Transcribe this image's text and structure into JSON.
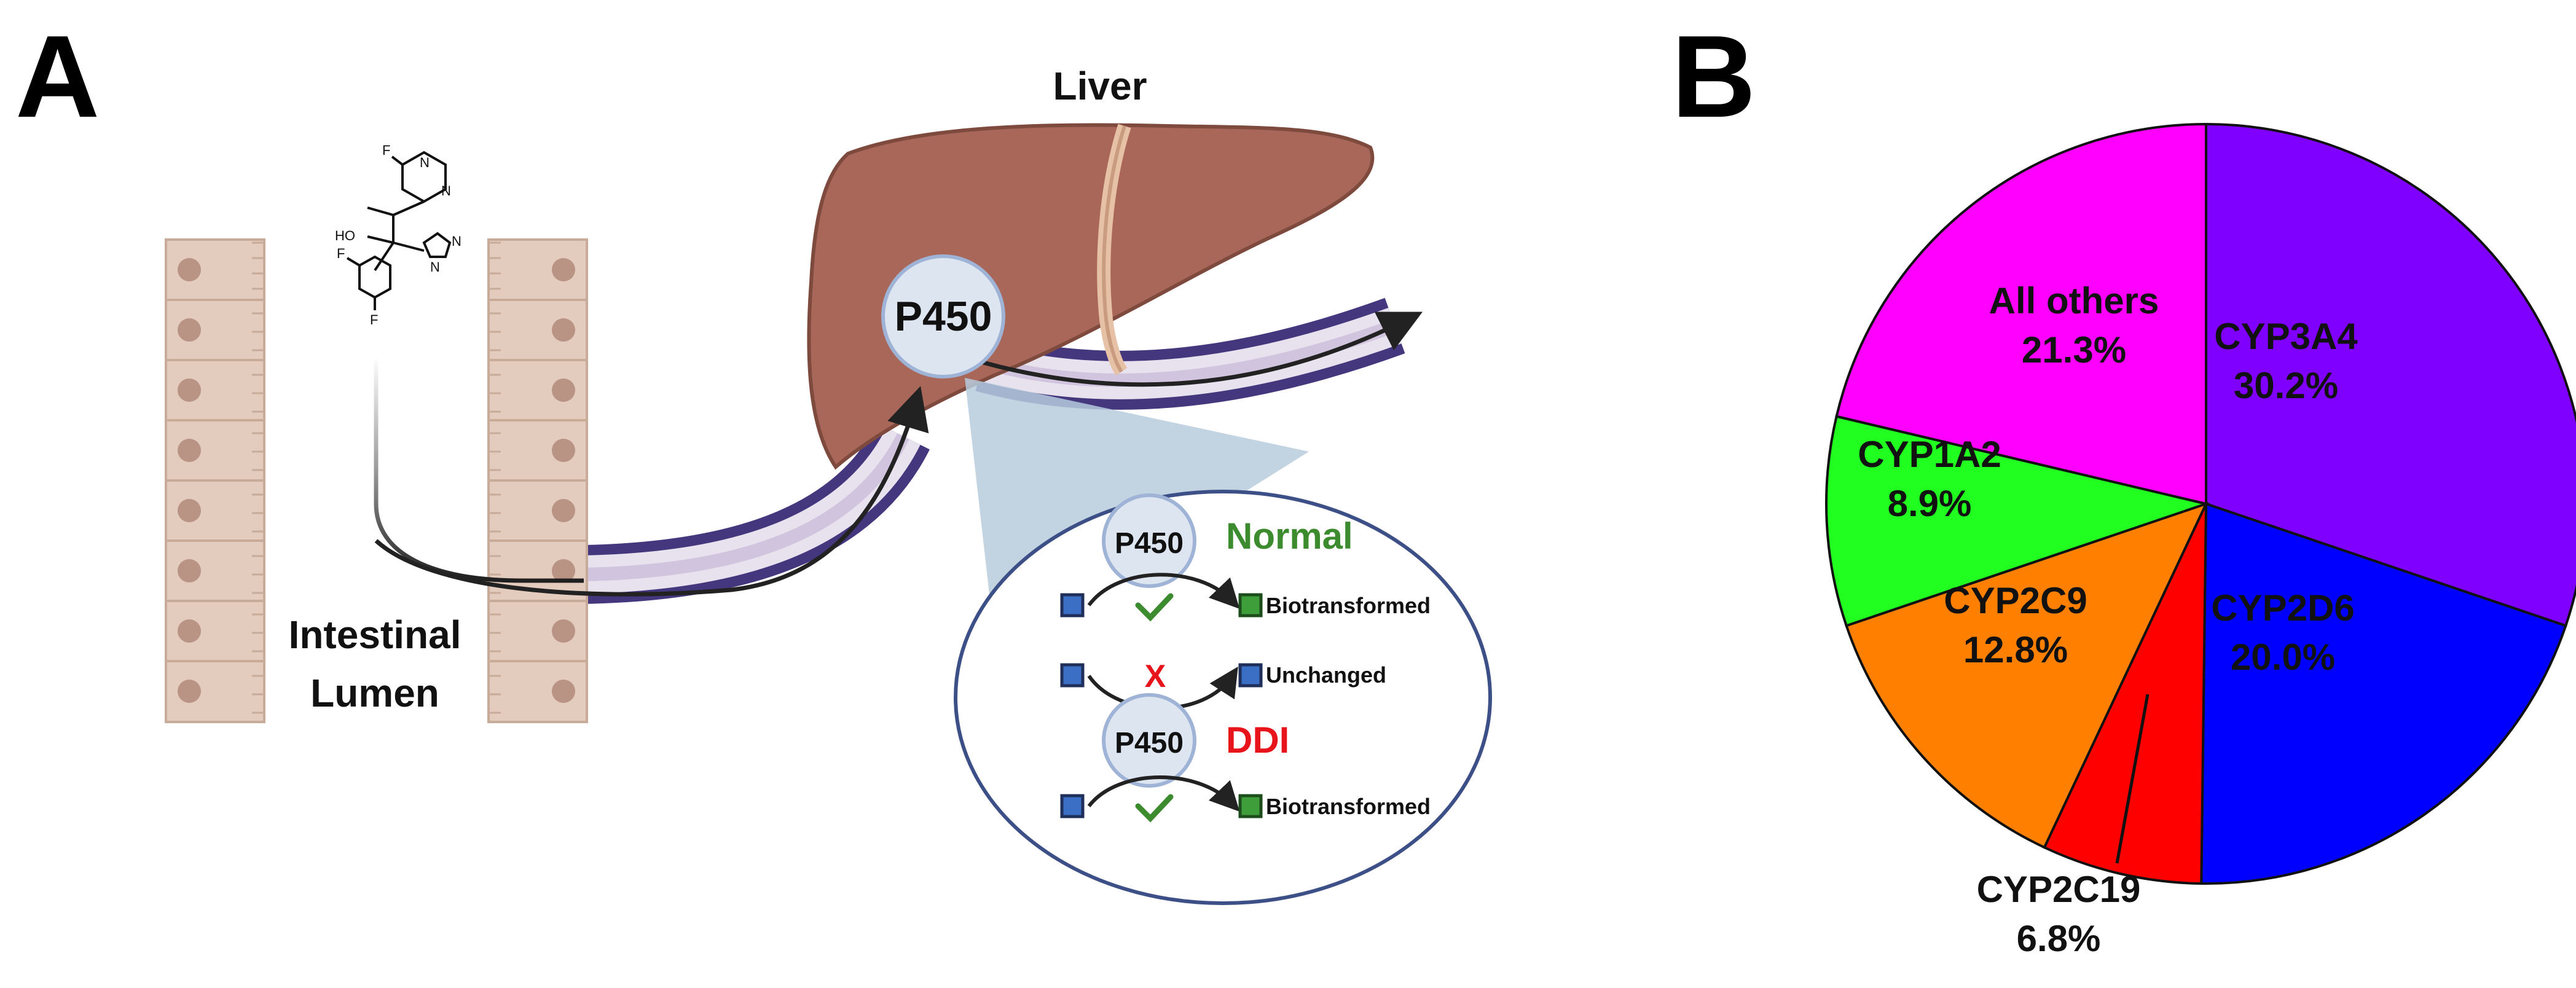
{
  "panel_a": {
    "letter": "A",
    "liver_label": "Liver",
    "enzyme_label": "P450",
    "intestine_label_line1": "Intestinal",
    "intestine_label_line2": "Lumen",
    "molecule_atoms": {
      "fluorine": "F",
      "hydroxyl": "HO",
      "nitrogen": "N"
    },
    "inset": {
      "normal": {
        "enzyme": "P450",
        "label": "Normal",
        "label_color": "#3d8b2f",
        "outcome": "Biotransformed"
      },
      "ddi": {
        "enzyme": "P450",
        "label": "DDI",
        "label_color": "#e8141b",
        "blocked_mark": "X",
        "blocked_outcome": "Unchanged",
        "outcome": "Biotransformed"
      }
    }
  },
  "panel_b": {
    "letter": "B"
  },
  "chart_data": {
    "type": "pie",
    "title": "",
    "slices": [
      {
        "label": "CYP3A4",
        "percent": "30.2%",
        "value": 30.2,
        "color": "#8000ff"
      },
      {
        "label": "CYP2D6",
        "percent": "20.0%",
        "value": 20.0,
        "color": "#0000ff"
      },
      {
        "label": "CYP2C19",
        "percent": "6.8%",
        "value": 6.8,
        "color": "#ff0000"
      },
      {
        "label": "CYP2C9",
        "percent": "12.8%",
        "value": 12.8,
        "color": "#ff8000"
      },
      {
        "label": "CYP1A2",
        "percent": "8.9%",
        "value": 8.9,
        "color": "#20ff20"
      },
      {
        "label": "All others",
        "percent": "21.3%",
        "value": 21.3,
        "color": "#ff00ff"
      }
    ],
    "start": "12 o'clock",
    "direction": "clockwise",
    "legend": "none"
  }
}
